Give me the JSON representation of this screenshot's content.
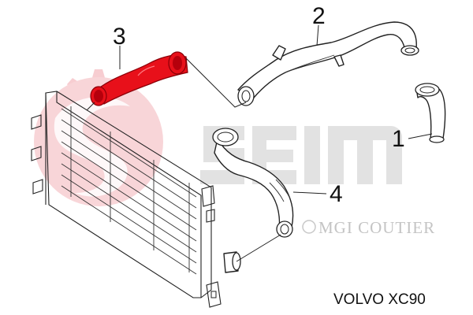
{
  "callouts": {
    "part1": "1",
    "part2": "2",
    "part3": "3",
    "part4": "4"
  },
  "watermark": {
    "brand_text": "MGI COUTIER",
    "logo_text": "SEIM",
    "logo_color": "#e8727c",
    "letters_color": "#dcdcdc"
  },
  "caption": "VOLVO XC90",
  "colors": {
    "highlighted_hose": "#e8101a",
    "outline": "#222222"
  }
}
